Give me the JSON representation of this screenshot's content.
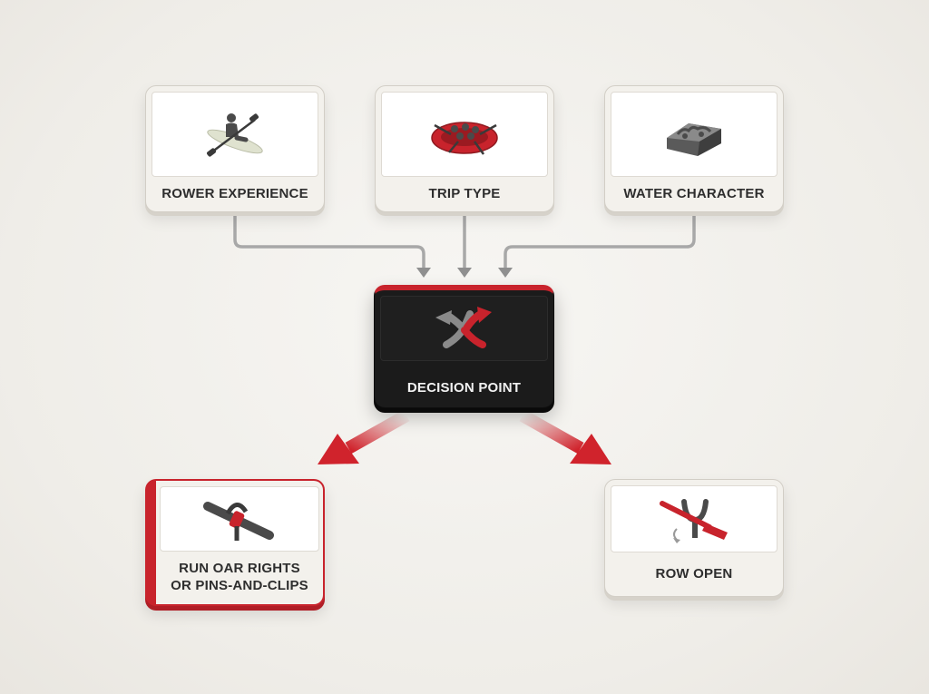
{
  "colors": {
    "accent_red": "#c8232c",
    "dark_card": "#1b1b1b",
    "connector_gray": "#a8a8a8",
    "card_face": "#f3f1ec"
  },
  "inputs": [
    {
      "label": "ROWER EXPERIENCE",
      "icon": "kayaker-icon"
    },
    {
      "label": "TRIP TYPE",
      "icon": "raft-icon"
    },
    {
      "label": "WATER CHARACTER",
      "icon": "rock-terrain-icon"
    }
  ],
  "decision": {
    "label": "DECISION POINT",
    "icon": "split-arrows-icon"
  },
  "outcomes": [
    {
      "label_line1": "RUN OAR RIGHTS",
      "label_line2": "OR PINS-AND-CLIPS",
      "icon": "oar-right-icon"
    },
    {
      "label": "ROW OPEN",
      "icon": "open-oarlock-icon"
    }
  ]
}
